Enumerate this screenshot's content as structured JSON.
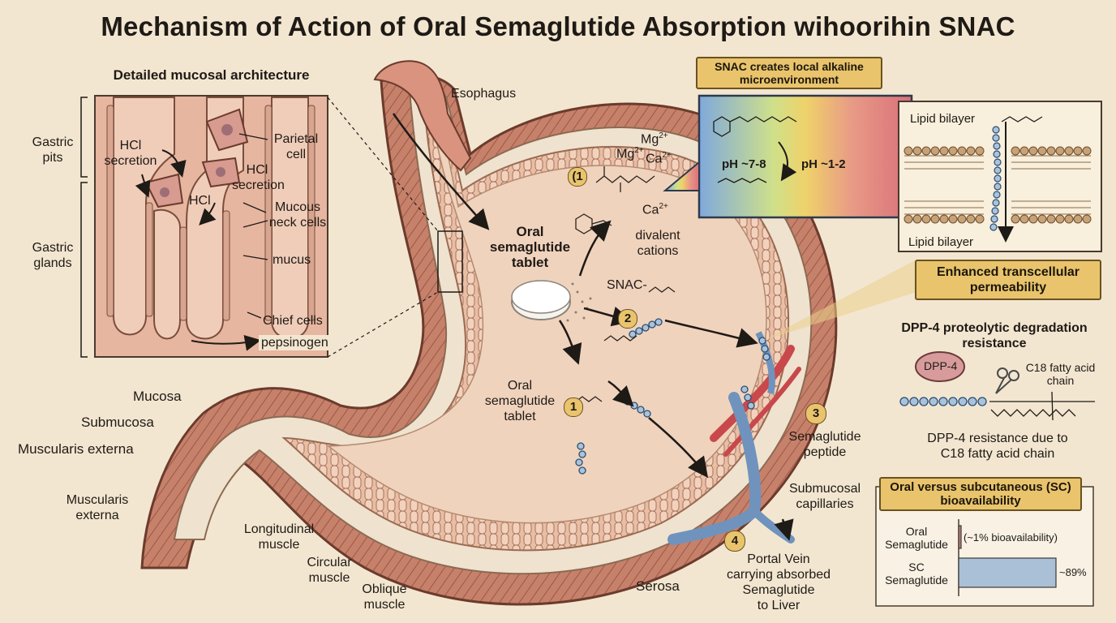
{
  "title": "Mechanism of Action of Oral Semaglutide Absorption wihoorihin SNAC",
  "mucosa_panel": {
    "heading": "Detailed mucosal architecture",
    "gastric_pits": "Gastric\npits",
    "gastric_glands": "Gastric\nglands",
    "hcl_secretion_left": "HCl\nsecretion",
    "hcl_center": "HCl",
    "parietal_cell": "Parietal\ncell",
    "hcl_secretion_right": "HCl\nsecretion",
    "mucous_neck_cells": "Mucous\nneck cells",
    "mucus": "mucus",
    "chief_cells": "Chief cells",
    "pepsinogen": "pepsinogen"
  },
  "stomach": {
    "esophagus": "Esophagus",
    "mg_ions": "Mg",
    "mg_charge_a": "2+",
    "mg_charge_b": "2+",
    "ca_ion": "Ca",
    "ca_charge": "2+",
    "ca_ion_2": "Ca",
    "ca_charge_2": "2+",
    "step1_top": "(1",
    "divalent_cations": "divalent\ncations",
    "tablet_label": "Oral\nsemaglutide\ntablet",
    "snac": "SNAC-",
    "step2": "2",
    "step1_lower": "1",
    "oral_tablet_lower": "Oral\nsemaglutide\ntablet",
    "step3": "3",
    "semaglutide_peptide": "Semaglutide\npeptide",
    "submucosal_capillaries": "Submucosal\ncapillaries",
    "step4": "4",
    "portal_vein": "Portal Vein\ncarrying absorbed\nSemaglutide\nto Liver",
    "serosa": "Serosa",
    "mucosa": "Mucosa",
    "submucosa": "Submucosa",
    "muscularis_externa_1": "Muscularis externa",
    "muscularis_externa_2": "Muscularis\nexterna",
    "longitudinal_muscle": "Longitudinal\nmuscle",
    "circular_muscle": "Circular\nmuscle",
    "oblique_muscle": "Oblique\nmuscle"
  },
  "snac_panel": {
    "heading": "SNAC creates local alkaline\nmicroenvironment",
    "ph_high": "pH ~7-8",
    "ph_low": "pH ~1-2",
    "gradient_colors": [
      "#7fa9dc",
      "#cfe08a",
      "#efd26a",
      "#e89a86",
      "#d9707a"
    ]
  },
  "bilayer_panel": {
    "top_label": "Lipid bilayer",
    "bottom_label": "Lipid bilayer",
    "caption": "Enhanced transcellular\npermeability"
  },
  "dpp4_panel": {
    "heading": "DPP-4 proteolytic degradation\nresistance",
    "enzyme": "DPP-4",
    "fatty_acid": "C18 fatty acid\nchain",
    "caption": "DPP-4 resistance due to\nC18 fatty acid chain"
  },
  "bioavailability_panel": {
    "heading": "Oral versus subcutaneous (SC)\nbioavailability",
    "chart_data": {
      "type": "bar",
      "orientation": "horizontal",
      "categories": [
        "Oral\nSemaglutide",
        "SC\nSemaglutide"
      ],
      "values": [
        1,
        89
      ],
      "value_labels": [
        "(~1% bioavailability)",
        "~89%"
      ],
      "xlim": [
        0,
        100
      ],
      "colors": [
        "#c88277",
        "#a9c0d6"
      ]
    }
  },
  "colors": {
    "background": "#f3e6d0",
    "stomach_wall": "#e7b49c",
    "stomach_lumen": "#f0d3bd",
    "muscle": "#c27d69",
    "gold": "#e9c46d",
    "vein": "#6f93bd",
    "artery": "#c8484b"
  }
}
